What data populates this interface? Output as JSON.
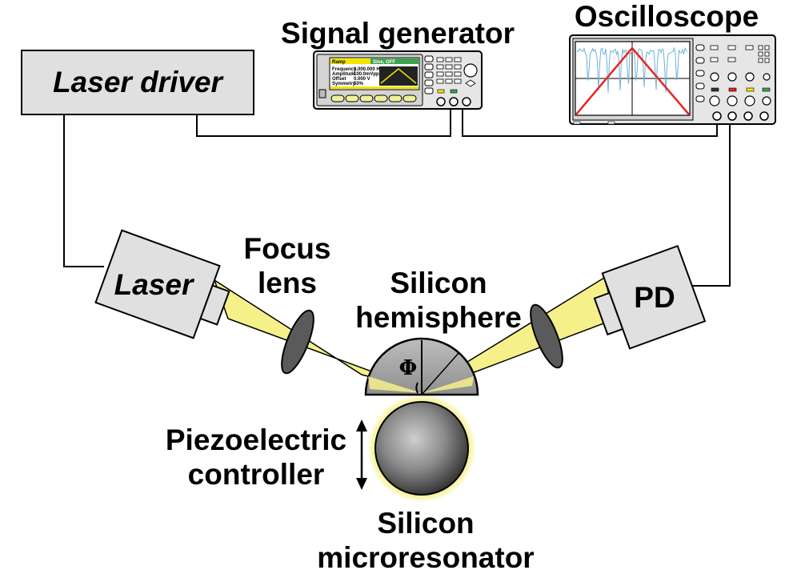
{
  "diagram": {
    "labels": {
      "laser_driver": "Laser driver",
      "signal_generator": "Signal generator",
      "oscilloscope": "Oscilloscope",
      "laser": "Laser",
      "focus_lens_line1": "Focus",
      "focus_lens_line2": "lens",
      "hemisphere_line1": "Silicon",
      "hemisphere_line2": "hemisphere",
      "pd": "PD",
      "piezo_line1": "Piezoelectric",
      "piezo_line2": "controller",
      "microresonator_line1": "Silicon",
      "microresonator_line2": "microresonator",
      "phi": "Φ"
    },
    "signal_generator_screen": {
      "waveform": "Ramp",
      "output": "Sine, OFF",
      "rows": [
        [
          "Frequency",
          "1.000.000 Hz"
        ],
        [
          "Amplitude",
          "100.0mVpp"
        ],
        [
          "Offset",
          "0.000 V"
        ],
        [
          "Symmetry",
          "50%"
        ]
      ]
    },
    "colors": {
      "device_fill": "#e0e0e0",
      "beam_fill": "#f6f08a",
      "lens_fill": "#5a5a5a",
      "scope_trace": "#6fb3d8",
      "scope_ramp": "#e8251f",
      "gen_header": "#f2e500",
      "gen_status": "#3fa34d"
    }
  }
}
